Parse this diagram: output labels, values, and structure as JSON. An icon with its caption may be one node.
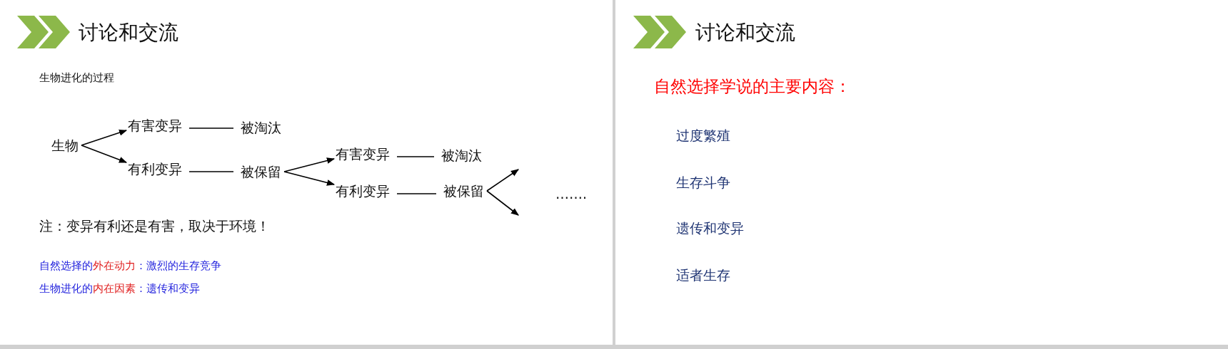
{
  "diagram": {
    "nodes": [
      {
        "text": [
          "生物"
        ]
      },
      {
        "text": [
          "有害变异"
        ]
      },
      {
        "text": [
          "被淘汰"
        ]
      },
      {
        "text": [
          "有利变异"
        ]
      },
      {
        "text": [
          "被保留"
        ]
      },
      {
        "text": [
          "有害变异"
        ]
      },
      {
        "text": [
          "被淘汰"
        ]
      },
      {
        "text": [
          "有利变异"
        ]
      },
      {
        "text": [
          "被保留"
        ]
      },
      {
        "text": [
          "……."
        ]
      }
    ],
    "edges": [
      {
        "from": 0,
        "to": 1,
        "arrow": "to"
      },
      {
        "from": 0,
        "to": 3,
        "arrow": "to"
      },
      {
        "from": 1,
        "to": 2,
        "arrow": "none"
      },
      {
        "from": 3,
        "to": 4,
        "arrow": "none"
      },
      {
        "from": 4,
        "to": 5,
        "arrow": "to"
      },
      {
        "from": 4,
        "to": 7,
        "arrow": "to"
      },
      {
        "from": 5,
        "to": 6,
        "arrow": "none"
      },
      {
        "from": 7,
        "to": 8,
        "arrow": "none"
      },
      {
        "from": 8,
        "to": null,
        "arrow": "to"
      },
      {
        "from": 8,
        "to": null,
        "arrow": "to"
      }
    ],
    "labels": [
      "讨论和交流",
      "生物进化的过程",
      "注：变异有利还是有害，取决于环境！",
      "自然选择的",
      "外在动力",
      "：激烈的生存竞争",
      "生物进化的",
      "内在因素",
      "：遗传和变异",
      "讨论和交流",
      "自然选择学说的主要内容：",
      "过度繁殖",
      "生存斗争",
      "遗传和变异",
      "适者生存"
    ]
  }
}
